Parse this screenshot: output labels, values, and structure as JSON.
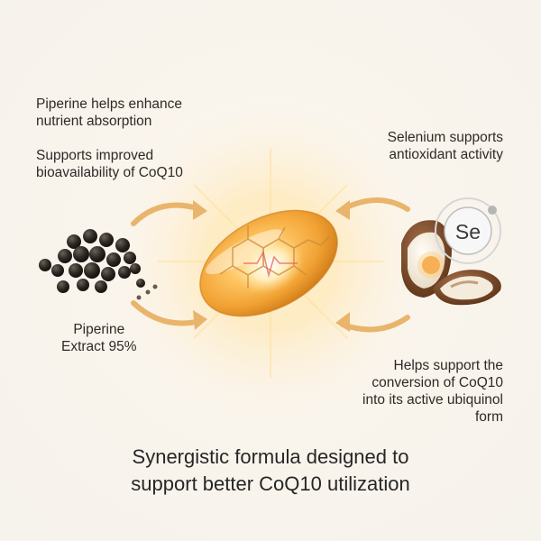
{
  "text_blocks": {
    "piperine_absorption": [
      "Piperine helps enhance",
      "nutrient absorption"
    ],
    "bioavailability": [
      "Supports improved",
      "bioavailability of CoQ10"
    ],
    "selenium": [
      "Selenium supports",
      "antioxidant activity"
    ],
    "piperine_label": [
      "Piperine",
      "Extract 95%"
    ],
    "conversion": [
      "Helps support the",
      "conversion of CoQ10",
      "into its active ubiquinol",
      "form"
    ]
  },
  "caption": [
    "Synergistic formula designed to",
    "support better CoQ10 utilization"
  ],
  "selenium_symbol": "Se",
  "icons": [
    "black-pepper-icon",
    "coq10-softgel-icon",
    "brazil-nut-icon",
    "selenium-atom-icon",
    "arrow-icon"
  ],
  "colors": {
    "arrow": "#e9b46b",
    "softgel": "#f3a93a",
    "glow": "#ffd98a",
    "text": "#2e2a27"
  }
}
